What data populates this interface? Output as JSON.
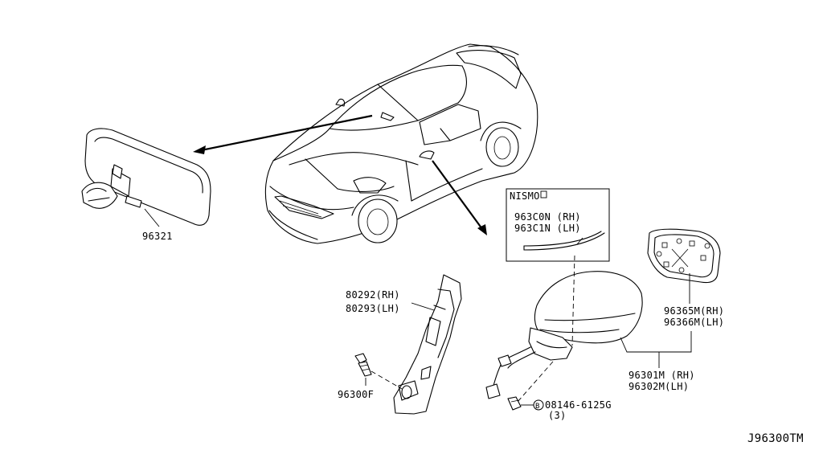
{
  "labels": {
    "rear_mirror": "96321",
    "bracket_rh": "80292(RH)",
    "bracket_lh": "80293(LH)",
    "bolt": "96300F",
    "nismo_title": "NISMO",
    "trim_rh": "963C0N (RH)",
    "trim_lh": "963C1N (LH)",
    "glass_rh": "96365M(RH)",
    "glass_lh": "96366M(LH)",
    "mirror_rh": "96301M (RH)",
    "mirror_lh": "96302M(LH)",
    "screw_symbol": "B",
    "screw_part": "08146-6125G",
    "screw_qty": "(3)",
    "diagram_id": "J96300TM"
  }
}
